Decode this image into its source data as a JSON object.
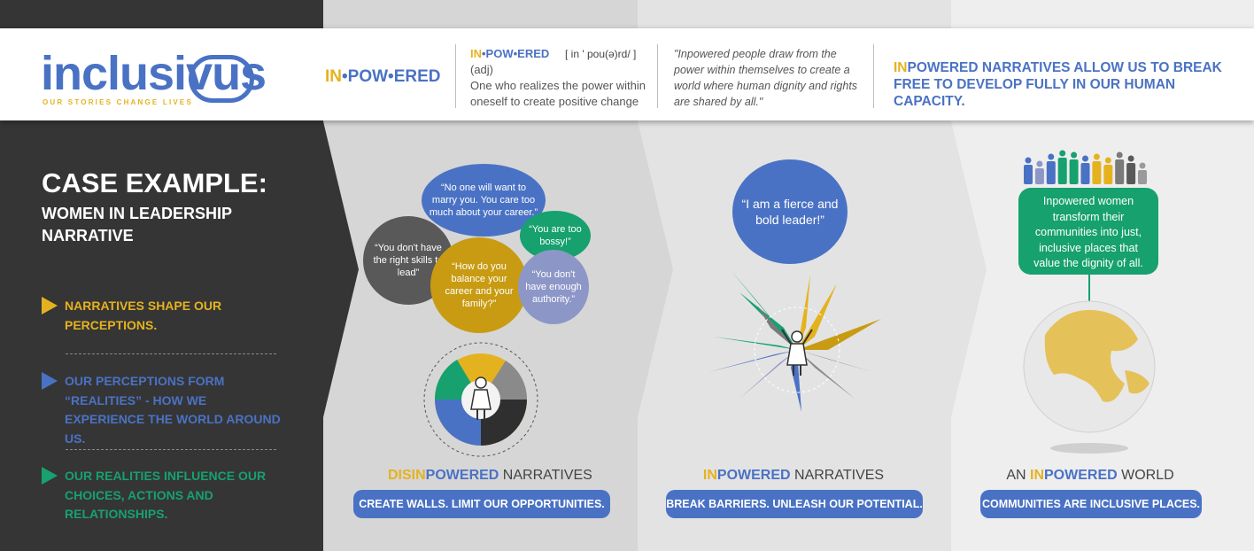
{
  "colors": {
    "dark": "#353535",
    "blue": "#4a72c4",
    "yellow": "#e5b21f",
    "green": "#16a16f",
    "bubble_gray": "#595959",
    "bubble_periwinkle": "#8d97c7",
    "bubble_gold": "#c89b12"
  },
  "header": {
    "logo_text": "inclusivus",
    "logo_tagline": "OUR STORIES CHANGE LIVES",
    "word_prefix": "IN",
    "word_rest": "•POW•ERED",
    "definition": {
      "headword_prefix": "IN",
      "headword_rest": "•POW•ERED",
      "pronunciation": "[ in ' pou(ə)rd/ ]",
      "pos": "(adj)",
      "text": "One who realizes the power within oneself to create positive change"
    },
    "quote": "\"Inpowered people draw from the power within themselves to create a world where human dignity and rights are shared by all.\"",
    "statement_prefix": "IN",
    "statement_rest": "POWERED NARRATIVES ALLOW US TO BREAK FREE TO DEVELOP FULLY IN OUR HUMAN CAPACITY."
  },
  "sidebar": {
    "title": "CASE EXAMPLE:",
    "subtitle": "WOMEN IN LEADERSHIP NARRATIVE",
    "bullets": [
      {
        "text": "NARRATIVES SHAPE OUR PERCEPTIONS.",
        "color": "#e5b21f"
      },
      {
        "text": "OUR PERCEPTIONS FORM “REALITIES” - HOW WE EXPERIENCE THE WORLD AROUND US.",
        "color": "#4a72c4"
      },
      {
        "text": "OUR REALITIES INFLUENCE OUR CHOICES, ACTIONS AND RELATIONSHIPS.",
        "color": "#16a16f"
      }
    ]
  },
  "section1": {
    "title_y": "DISIN",
    "title_b": "POWERED",
    "title_rest": " NARRATIVES",
    "pill": "CREATE WALLS. LIMIT OUR OPPORTUNITIES.",
    "bubbles": {
      "marry": "“No one will want to marry you. You care too much about your career.”",
      "skills": "“You don't have the right skills to lead”",
      "bossy": "“You are too bossy!”",
      "balance": "“How do you balance your career and your family?”",
      "authority": "“You don't have enough authority.”"
    }
  },
  "section2": {
    "title_y": "IN",
    "title_b": "POWERED",
    "title_rest": " NARRATIVES",
    "pill": "BREAK BARRIERS.  UNLEASH OUR POTENTIAL.",
    "bubble": "“I am a fierce and bold leader!”"
  },
  "section3": {
    "title_pre": "AN ",
    "title_y": "IN",
    "title_b": "POWERED",
    "title_rest": " WORLD",
    "pill": "COMMUNITIES ARE INCLUSIVE PLACES.",
    "box": "Inpowered women transform their communities into just, inclusive places that value the dignity of all.",
    "people_colors": [
      "#4a72c4",
      "#8d97c7",
      "#4a72c4",
      "#16a16f",
      "#16a16f",
      "#4a72c4",
      "#e5b21f",
      "#e5b21f",
      "#7a7a7a",
      "#595959",
      "#9a9a9a"
    ]
  }
}
